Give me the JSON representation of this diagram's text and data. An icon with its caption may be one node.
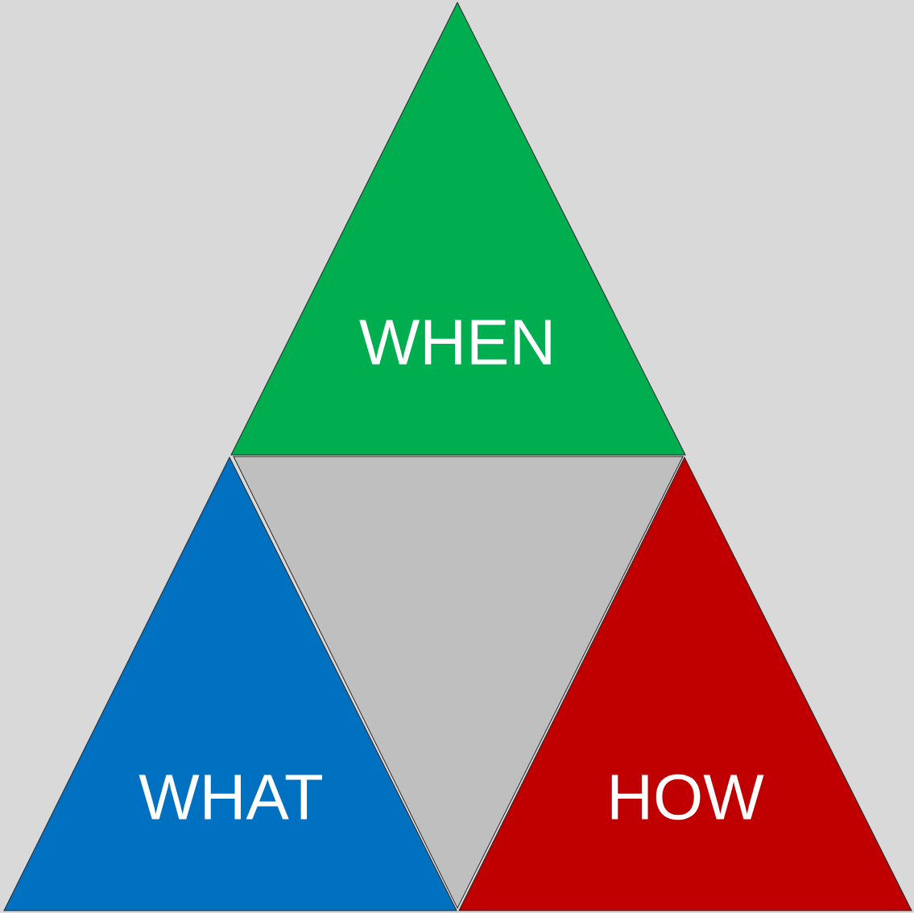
{
  "diagram": {
    "nodes": [
      {
        "text": [
          "WHEN"
        ]
      },
      {
        "text": [
          "WHAT"
        ]
      },
      {
        "text": [],
        "shape": "triangle"
      },
      {
        "text": [
          "HOW"
        ]
      }
    ]
  }
}
